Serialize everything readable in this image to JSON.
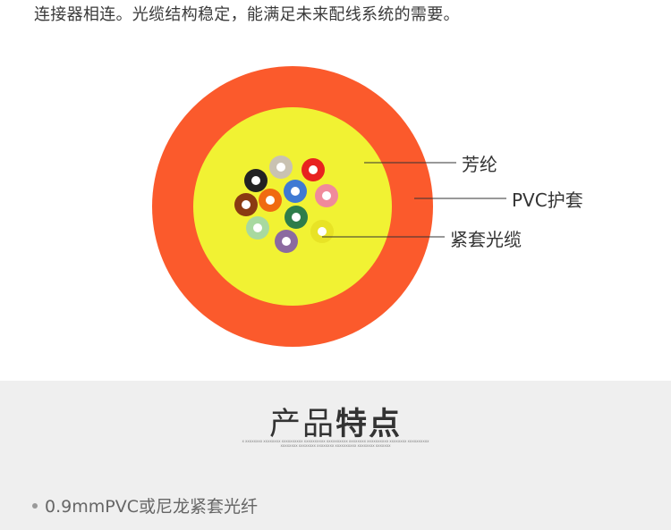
{
  "intro": {
    "text": "连接器相连。光缆结构稳定，能满足未来配线系统的需要。"
  },
  "cable": {
    "labels": {
      "aramid": "芳纶",
      "pvc_jacket": "PVC护套",
      "tight_fiber": "紧套光缆"
    },
    "colors": {
      "jacket": "#fb5a2c",
      "aramid_yarn": "#f1f233",
      "fiber_core": "#ffffff"
    },
    "fibers": [
      {
        "color_name": "gray",
        "color": "#c9c2b2"
      },
      {
        "color_name": "red",
        "color": "#e8221f"
      },
      {
        "color_name": "black",
        "color": "#222222"
      },
      {
        "color_name": "blue",
        "color": "#3f7ad3"
      },
      {
        "color_name": "pink",
        "color": "#f08a9b"
      },
      {
        "color_name": "brown",
        "color": "#8a3a12"
      },
      {
        "color_name": "orange",
        "color": "#f06a10"
      },
      {
        "color_name": "green",
        "color": "#2e7d4a"
      },
      {
        "color_name": "light-green",
        "color": "#a8d9a0"
      },
      {
        "color_name": "yellow",
        "color": "#e8e326"
      },
      {
        "color_name": "purple",
        "color": "#8b6aa0"
      }
    ]
  },
  "features": {
    "title_light": "产品",
    "title_bold": "特点",
    "fine_print": "X XXXXXXXX XXXXXXXX XXXXXXXXXX XXXXXXXXXX XXXXXXXXXX XXXXXXXX XXXXXXXXXX XXXXXXXX XXXXXXXXXX XXXXXXXX XXXXXXXX XXXXXXXX XXXXXXXXXX XXXXXXXX XXXXXXX",
    "items": [
      "0.9mmPVC或尼龙紧套光纤"
    ]
  },
  "theme": {
    "section_bg": "#efefef",
    "text_dark": "#333333",
    "text_muted": "#666666"
  }
}
